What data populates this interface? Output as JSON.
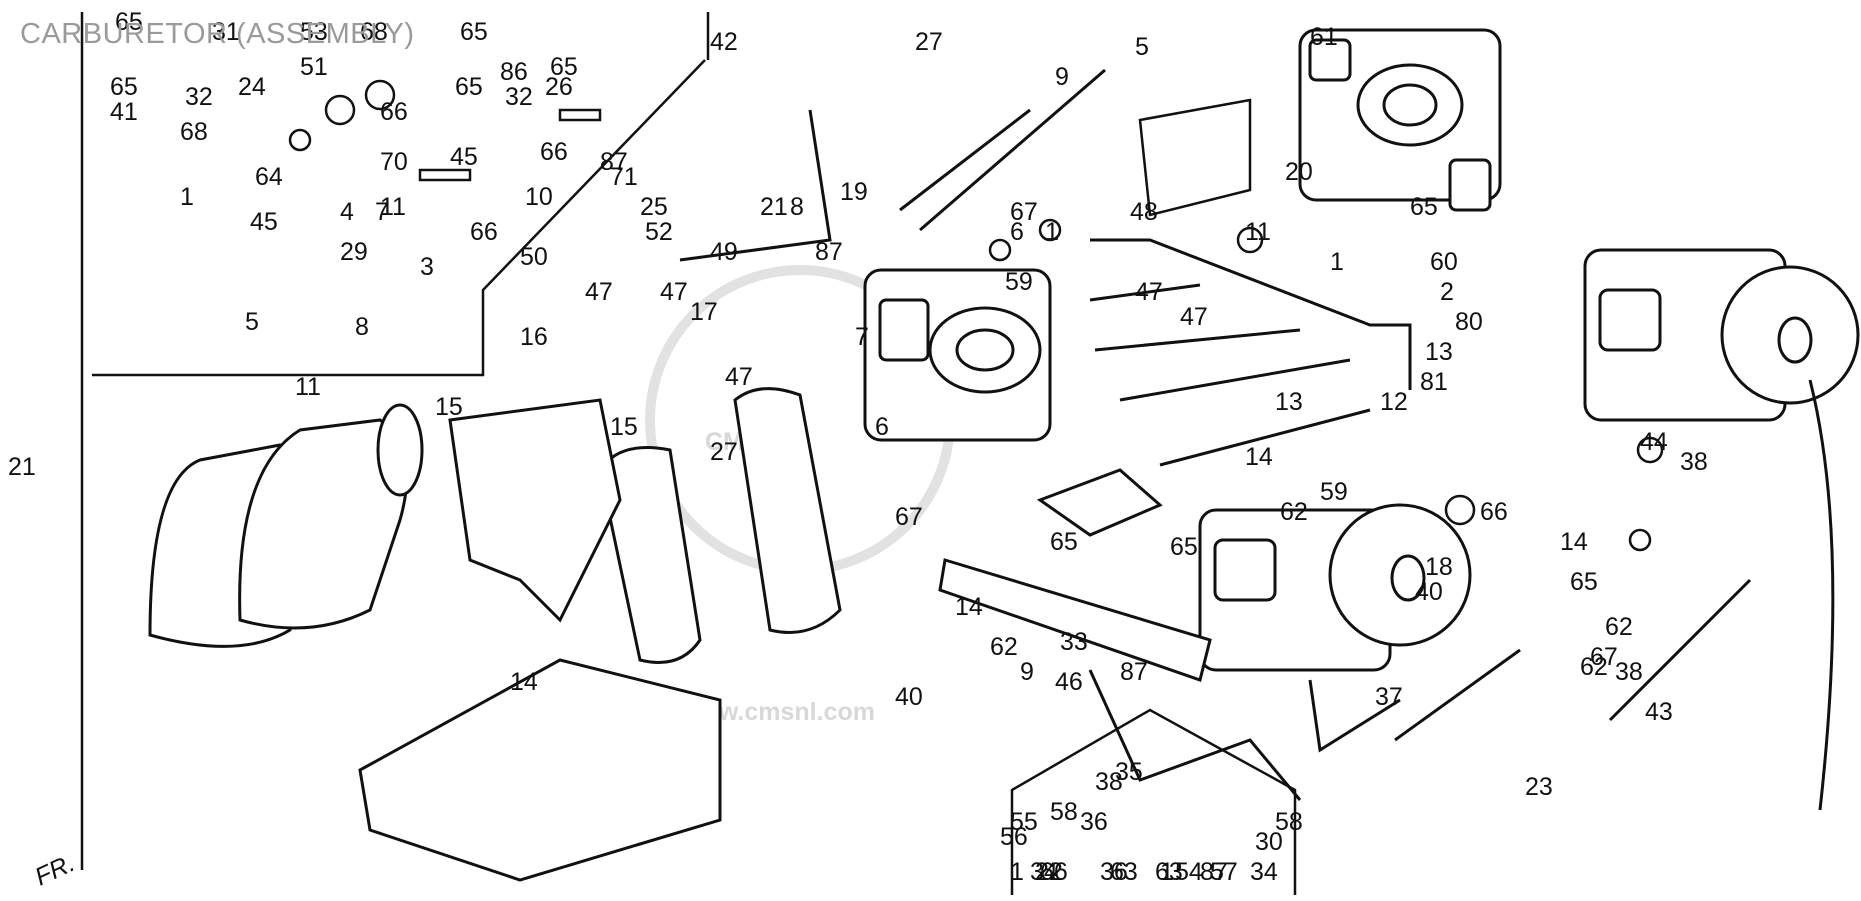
{
  "title": "CARBURETOR (ASSEMBLY)",
  "watermark": {
    "text": "www.cmsnl.com",
    "emblem": "CMS"
  },
  "frame_note": "FR.",
  "callouts": [
    "65",
    "31",
    "53",
    "68",
    "65",
    "26",
    "42",
    "27",
    "9",
    "5",
    "61",
    "65",
    "32",
    "24",
    "51",
    "66",
    "65",
    "86",
    "32",
    "65",
    "41",
    "68",
    "70",
    "45",
    "66",
    "87",
    "25",
    "21",
    "8",
    "19",
    "20",
    "65",
    "1",
    "64",
    "4",
    "11",
    "10",
    "71",
    "52",
    "67",
    "11",
    "1",
    "45",
    "29",
    "7",
    "3",
    "66",
    "49",
    "87",
    "59",
    "6",
    "1",
    "48",
    "50",
    "47",
    "47",
    "17",
    "7",
    "47",
    "47",
    "5",
    "8",
    "11",
    "16",
    "47",
    "6",
    "13",
    "13",
    "81",
    "12",
    "60",
    "2",
    "80",
    "21",
    "15",
    "15",
    "14",
    "62",
    "59",
    "65",
    "65",
    "66",
    "38",
    "67",
    "44",
    "14",
    "14",
    "62",
    "62",
    "18",
    "40",
    "40",
    "65",
    "38",
    "87",
    "27",
    "14",
    "62",
    "33",
    "46",
    "9",
    "87",
    "43",
    "23",
    "35",
    "38",
    "58",
    "36",
    "55",
    "37",
    "67",
    "30",
    "58",
    "56",
    "1",
    "34",
    "22",
    "63",
    "63",
    "54",
    "57",
    "34",
    "36",
    "1",
    "66"
  ],
  "colors": {
    "ink": "#111111",
    "title": "#9a9a9a",
    "watermark": "#d8d8d8",
    "background": "#ffffff"
  }
}
